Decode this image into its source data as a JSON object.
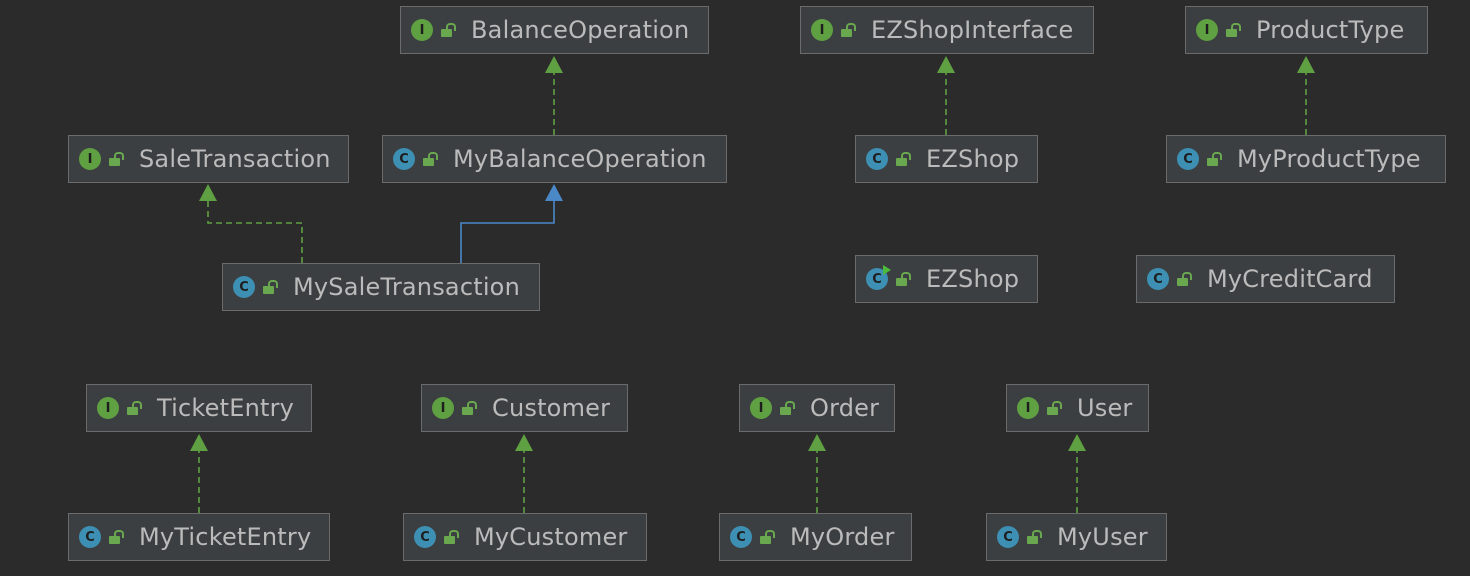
{
  "diagram": {
    "nodes": [
      {
        "id": "balance-operation",
        "label": "BalanceOperation",
        "kind": "interface"
      },
      {
        "id": "ezshop-interface",
        "label": "EZShopInterface",
        "kind": "interface"
      },
      {
        "id": "product-type",
        "label": "ProductType",
        "kind": "interface"
      },
      {
        "id": "sale-transaction",
        "label": "SaleTransaction",
        "kind": "interface"
      },
      {
        "id": "my-balance-operation",
        "label": "MyBalanceOperation",
        "kind": "class"
      },
      {
        "id": "ezshop",
        "label": "EZShop",
        "kind": "class"
      },
      {
        "id": "my-product-type",
        "label": "MyProductType",
        "kind": "class"
      },
      {
        "id": "my-sale-transaction",
        "label": "MySaleTransaction",
        "kind": "class"
      },
      {
        "id": "ezshop-runnable",
        "label": "EZShop",
        "kind": "class-runnable"
      },
      {
        "id": "my-credit-card",
        "label": "MyCreditCard",
        "kind": "class"
      },
      {
        "id": "ticket-entry",
        "label": "TicketEntry",
        "kind": "interface"
      },
      {
        "id": "customer",
        "label": "Customer",
        "kind": "interface"
      },
      {
        "id": "order",
        "label": "Order",
        "kind": "interface"
      },
      {
        "id": "user",
        "label": "User",
        "kind": "interface"
      },
      {
        "id": "my-ticket-entry",
        "label": "MyTicketEntry",
        "kind": "class"
      },
      {
        "id": "my-customer",
        "label": "MyCustomer",
        "kind": "class"
      },
      {
        "id": "my-order",
        "label": "MyOrder",
        "kind": "class"
      },
      {
        "id": "my-user",
        "label": "MyUser",
        "kind": "class"
      }
    ],
    "edges": [
      {
        "from": "my-balance-operation",
        "to": "balance-operation",
        "type": "implements"
      },
      {
        "from": "ezshop",
        "to": "ezshop-interface",
        "type": "implements"
      },
      {
        "from": "my-product-type",
        "to": "product-type",
        "type": "implements"
      },
      {
        "from": "my-sale-transaction",
        "to": "sale-transaction",
        "type": "implements"
      },
      {
        "from": "my-sale-transaction",
        "to": "my-balance-operation",
        "type": "extends"
      },
      {
        "from": "my-ticket-entry",
        "to": "ticket-entry",
        "type": "implements"
      },
      {
        "from": "my-customer",
        "to": "customer",
        "type": "implements"
      },
      {
        "from": "my-order",
        "to": "order",
        "type": "implements"
      },
      {
        "from": "my-user",
        "to": "user",
        "type": "implements"
      }
    ],
    "colors": {
      "background": "#2b2b2b",
      "implements_edge": "#5fa042",
      "extends_edge": "#4a88c7",
      "interface_badge": "#5fa042",
      "class_badge": "#3d8fb3"
    },
    "badge_letters": {
      "interface": "I",
      "class": "C"
    },
    "icons": {
      "visibility": "lock-open-icon"
    }
  }
}
